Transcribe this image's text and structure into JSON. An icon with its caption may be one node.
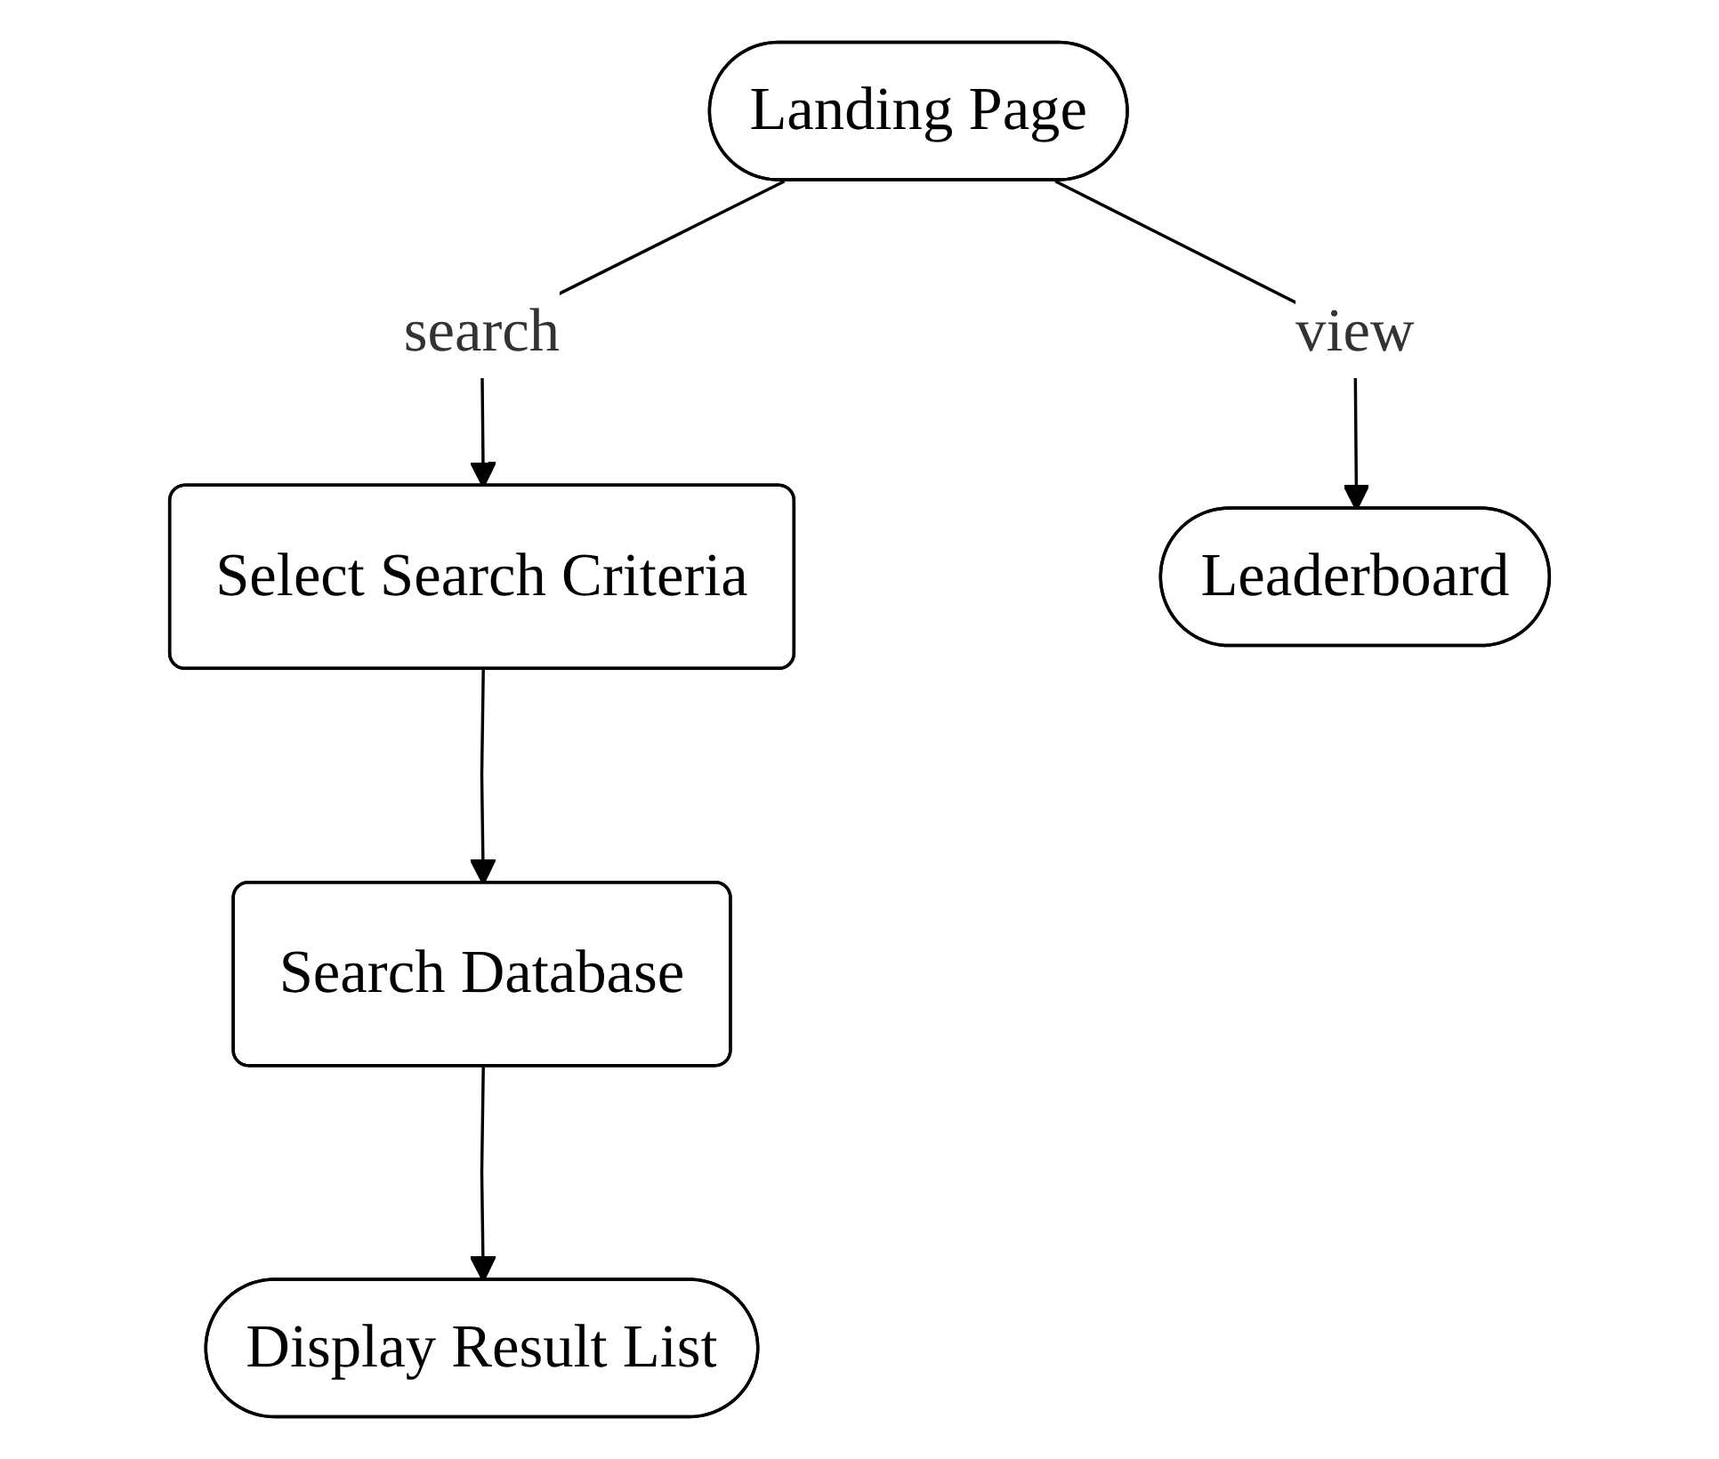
{
  "diagram": {
    "nodes": [
      {
        "text": [
          "Landing Page"
        ]
      },
      {
        "text": [
          "Select Search Criteria"
        ]
      },
      {
        "text": [
          "Leaderboard"
        ]
      },
      {
        "text": [
          "Search Database"
        ]
      },
      {
        "text": [
          "Display Result List"
        ]
      }
    ],
    "edges": [
      {
        "from": 0,
        "to": 1,
        "arrow": "to",
        "label": "search"
      },
      {
        "from": 0,
        "to": 2,
        "arrow": "to",
        "label": "view"
      },
      {
        "from": 1,
        "to": 3,
        "arrow": "to"
      },
      {
        "from": 3,
        "to": 4,
        "arrow": "to"
      }
    ]
  }
}
